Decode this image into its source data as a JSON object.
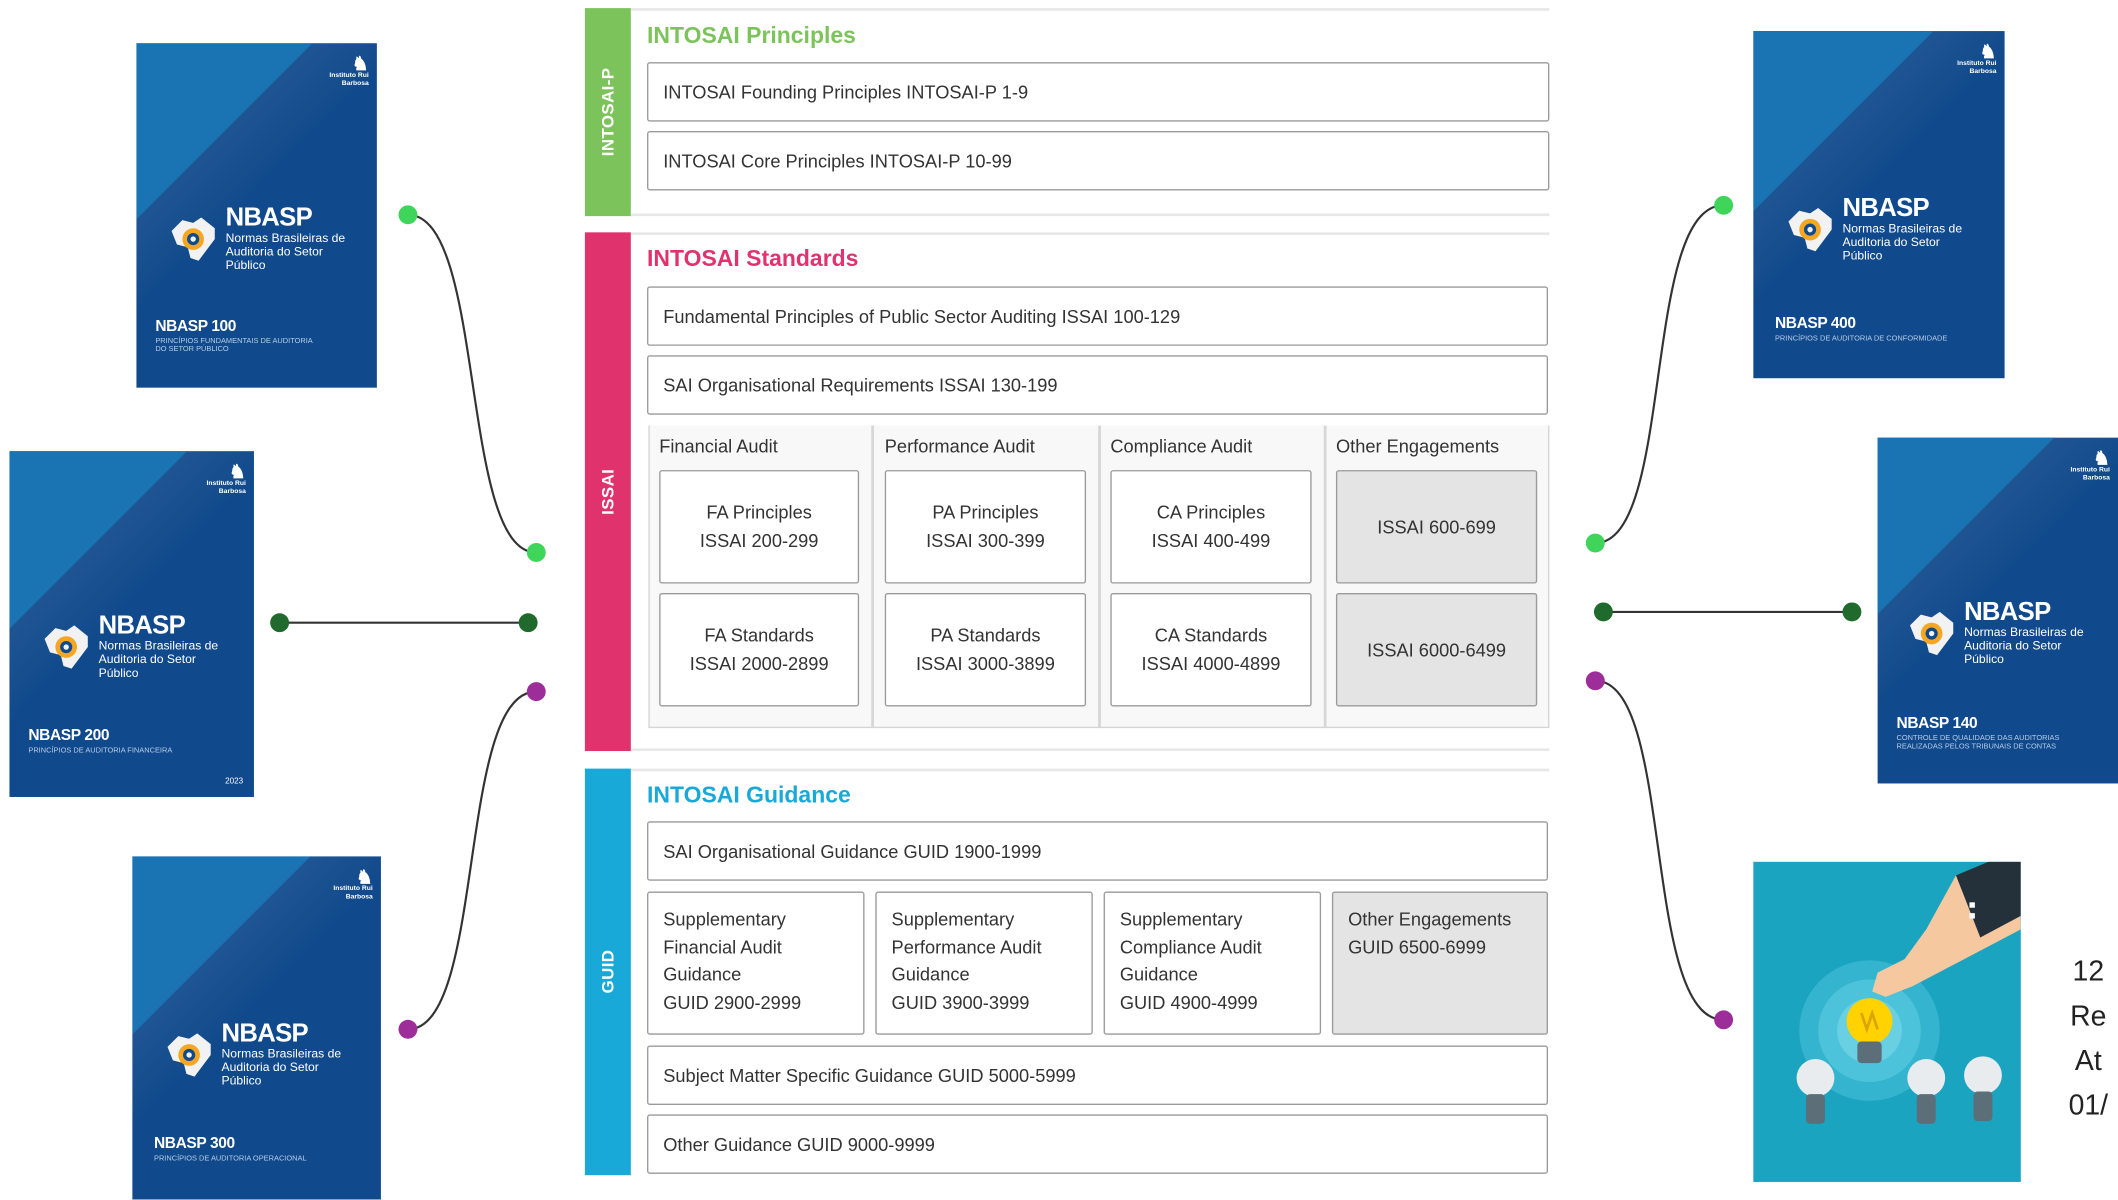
{
  "colors": {
    "principles": "#7dc35b",
    "standards": "#e0336d",
    "guidance": "#19a9d9",
    "cover_blue": "#114a8c",
    "dot_light": "#3fd45a",
    "dot_dark": "#1f6a2c",
    "dot_purple": "#9c2d99"
  },
  "covers": [
    {
      "id": "nbasp100",
      "brand": "NBASP",
      "subtitle": "Normas Brasileiras de Auditoria do Setor Público",
      "code": "NBASP 100",
      "desc": "PRINCÍPIOS FUNDAMENTAIS DE AUDITORIA DO SETOR PÚBLICO",
      "year": "",
      "institute": "Instituto Rui Barbosa"
    },
    {
      "id": "nbasp200",
      "brand": "NBASP",
      "subtitle": "Normas Brasileiras de Auditoria do Setor Público",
      "code": "NBASP 200",
      "desc": "PRINCÍPIOS DE AUDITORIA FINANCEIRA",
      "year": "2023",
      "institute": "Instituto Rui Barbosa"
    },
    {
      "id": "nbasp300",
      "brand": "NBASP",
      "subtitle": "Normas Brasileiras de Auditoria do Setor Público",
      "code": "NBASP 300",
      "desc": "PRINCÍPIOS DE AUDITORIA OPERACIONAL",
      "year": "",
      "institute": "Instituto Rui Barbosa"
    },
    {
      "id": "nbasp400",
      "brand": "NBASP",
      "subtitle": "Normas Brasileiras de Auditoria do Setor Público",
      "code": "NBASP 400",
      "desc": "PRINCÍPIOS DE AUDITORIA DE CONFORMIDADE",
      "year": "",
      "institute": "Instituto Rui Barbosa"
    },
    {
      "id": "nbasp140",
      "brand": "NBASP",
      "subtitle": "Normas Brasileiras de Auditoria do Setor Público",
      "code": "NBASP 140",
      "desc": "CONTROLE DE QUALIDADE DAS AUDITORIAS REALIZADAS PELOS TRIBUNAIS DE CONTAS",
      "year": "",
      "institute": "Instituto Rui Barbosa"
    }
  ],
  "framework": {
    "principles": {
      "sidebar": "INTOSAI-P",
      "title": "INTOSAI Principles",
      "rows": [
        "INTOSAI Founding Principles INTOSAI-P 1-9",
        "INTOSAI Core Principles INTOSAI-P 10-99"
      ]
    },
    "standards": {
      "sidebar": "ISSAI",
      "title": "INTOSAI Standards",
      "rows": [
        "Fundamental Principles of Public Sector Auditing ISSAI 100-129",
        "SAI Organisational Requirements ISSAI 130-199"
      ],
      "columns": [
        {
          "head": "Financial Audit",
          "cells": [
            [
              "FA Principles",
              "ISSAI 200-299"
            ],
            [
              "FA Standards",
              "ISSAI 2000-2899"
            ]
          ]
        },
        {
          "head": "Performance Audit",
          "cells": [
            [
              "PA Principles",
              "ISSAI 300-399"
            ],
            [
              "PA Standards",
              "ISSAI 3000-3899"
            ]
          ]
        },
        {
          "head": "Compliance Audit",
          "cells": [
            [
              "CA Principles",
              "ISSAI 400-499"
            ],
            [
              "CA Standards",
              "ISSAI 4000-4899"
            ]
          ]
        },
        {
          "head": "Other Engagements",
          "cells": [
            [
              "ISSAI 600-699"
            ],
            [
              "ISSAI 6000-6499"
            ]
          ]
        }
      ]
    },
    "guidance": {
      "sidebar": "GUID",
      "title": "INTOSAI Guidance",
      "top_row": "SAI Organisational Guidance GUID 1900-1999",
      "boxes": [
        {
          "lines": [
            "Supplementary",
            "Financial Audit",
            "Guidance",
            "GUID 2900-2999"
          ]
        },
        {
          "lines": [
            "Supplementary",
            "Performance Audit",
            "Guidance",
            "GUID 3900-3999"
          ]
        },
        {
          "lines": [
            "Supplementary",
            "Compliance Audit",
            "Guidance",
            "GUID 4900-4999"
          ]
        },
        {
          "lines": [
            "Other Engagements",
            "GUID 6500-6999"
          ]
        }
      ],
      "bottom_rows": [
        "Subject Matter Specific Guidance GUID 5000-5999",
        "Other Guidance GUID 9000-9999"
      ]
    }
  },
  "side_note": [
    "12",
    "Re",
    "At",
    "01/"
  ]
}
